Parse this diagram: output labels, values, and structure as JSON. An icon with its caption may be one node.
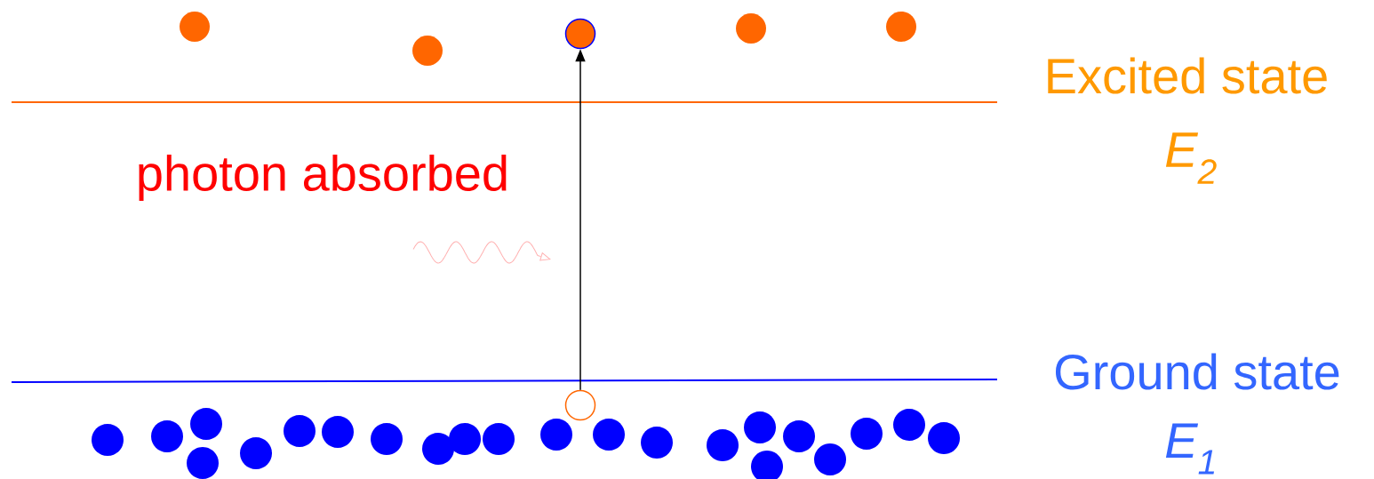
{
  "diagram": {
    "nodes": [
      {
        "text": [],
        "shape": "circle"
      },
      {
        "text": [],
        "shape": "circle"
      }
    ],
    "edges": [
      {
        "from": 1,
        "to": 0,
        "arrow": "to"
      }
    ],
    "labels": [
      "Excited state",
      "E$_{2}$",
      "photon absorbed",
      "Ground state",
      "E$_{1}$"
    ]
  }
}
